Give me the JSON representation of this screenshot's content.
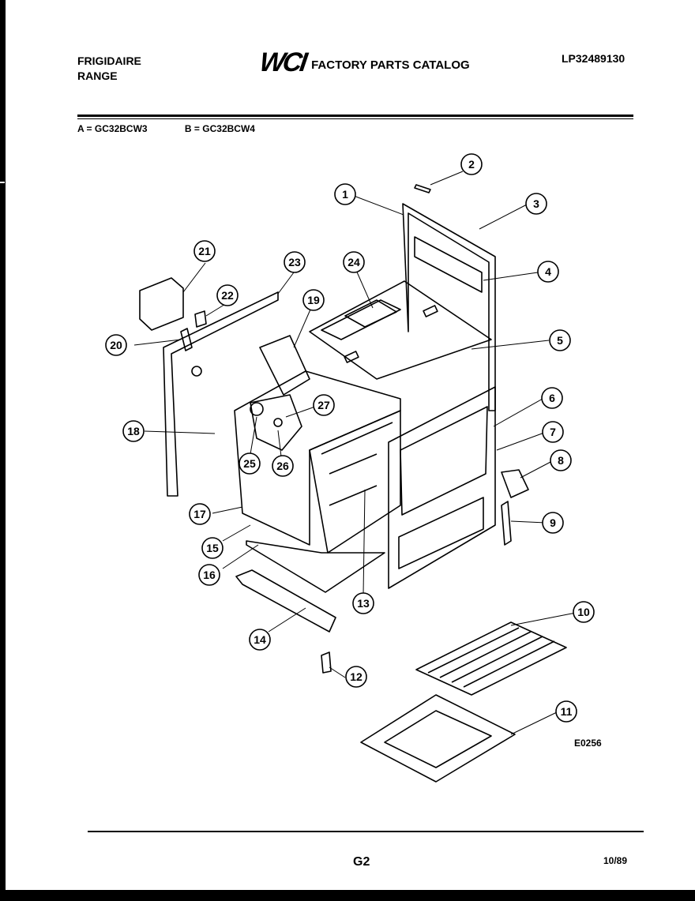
{
  "header": {
    "brand_line1": "FRIGIDAIRE",
    "brand_line2": "RANGE",
    "logo": "WCI",
    "catalog_title": "FACTORY PARTS CATALOG",
    "catalog_number": "LP32489130"
  },
  "models": {
    "a": "A = GC32BCW3",
    "b": "B = GC32BCW4"
  },
  "diagram": {
    "code": "E0256",
    "callouts": [
      "1",
      "2",
      "3",
      "4",
      "5",
      "6",
      "7",
      "8",
      "9",
      "10",
      "11",
      "12",
      "13",
      "14",
      "15",
      "16",
      "17",
      "18",
      "19",
      "20",
      "21",
      "22",
      "23",
      "24",
      "25",
      "26",
      "27"
    ]
  },
  "footer": {
    "page": "G2",
    "date": "10/89"
  }
}
